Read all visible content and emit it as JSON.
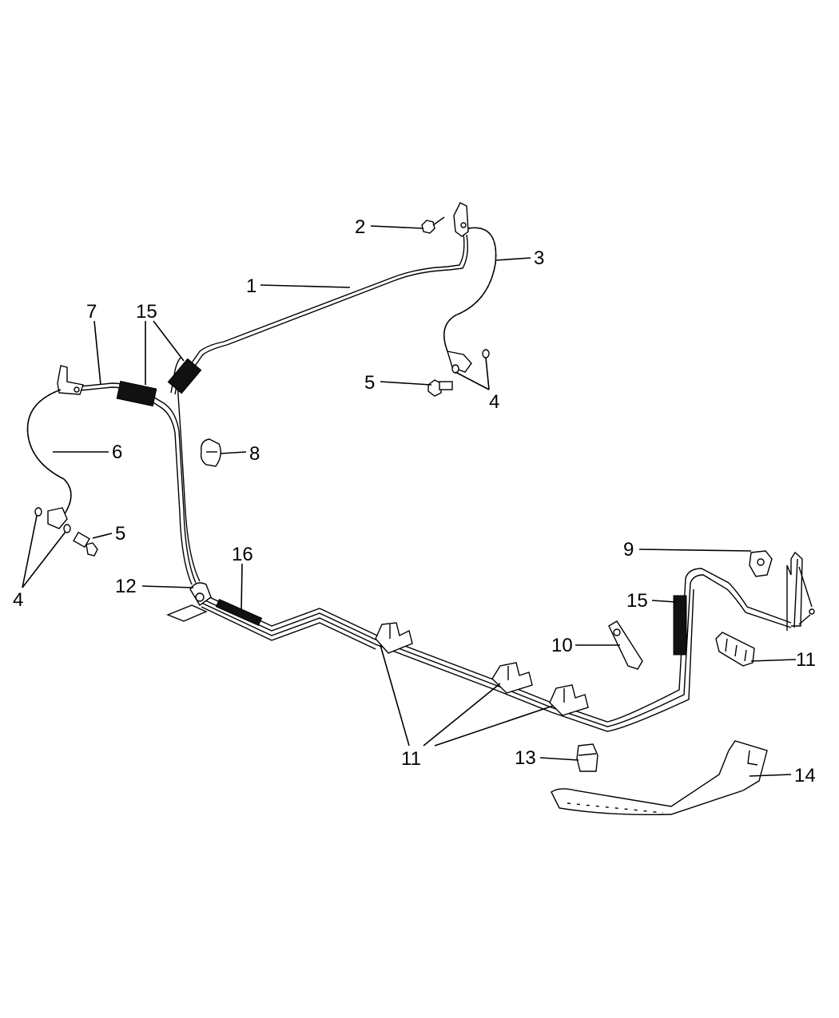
{
  "colors": {
    "line": "#000000",
    "background": "#ffffff"
  },
  "callouts": {
    "c1": "1",
    "c2": "2",
    "c3": "3",
    "c4a": "4",
    "c4b": "4",
    "c5a": "5",
    "c5b": "5",
    "c6": "6",
    "c7": "7",
    "c8": "8",
    "c9": "9",
    "c10": "10",
    "c11a": "11",
    "c11b": "11",
    "c12": "12",
    "c13": "13",
    "c14": "14",
    "c15a": "15",
    "c15b": "15",
    "c16": "16"
  }
}
